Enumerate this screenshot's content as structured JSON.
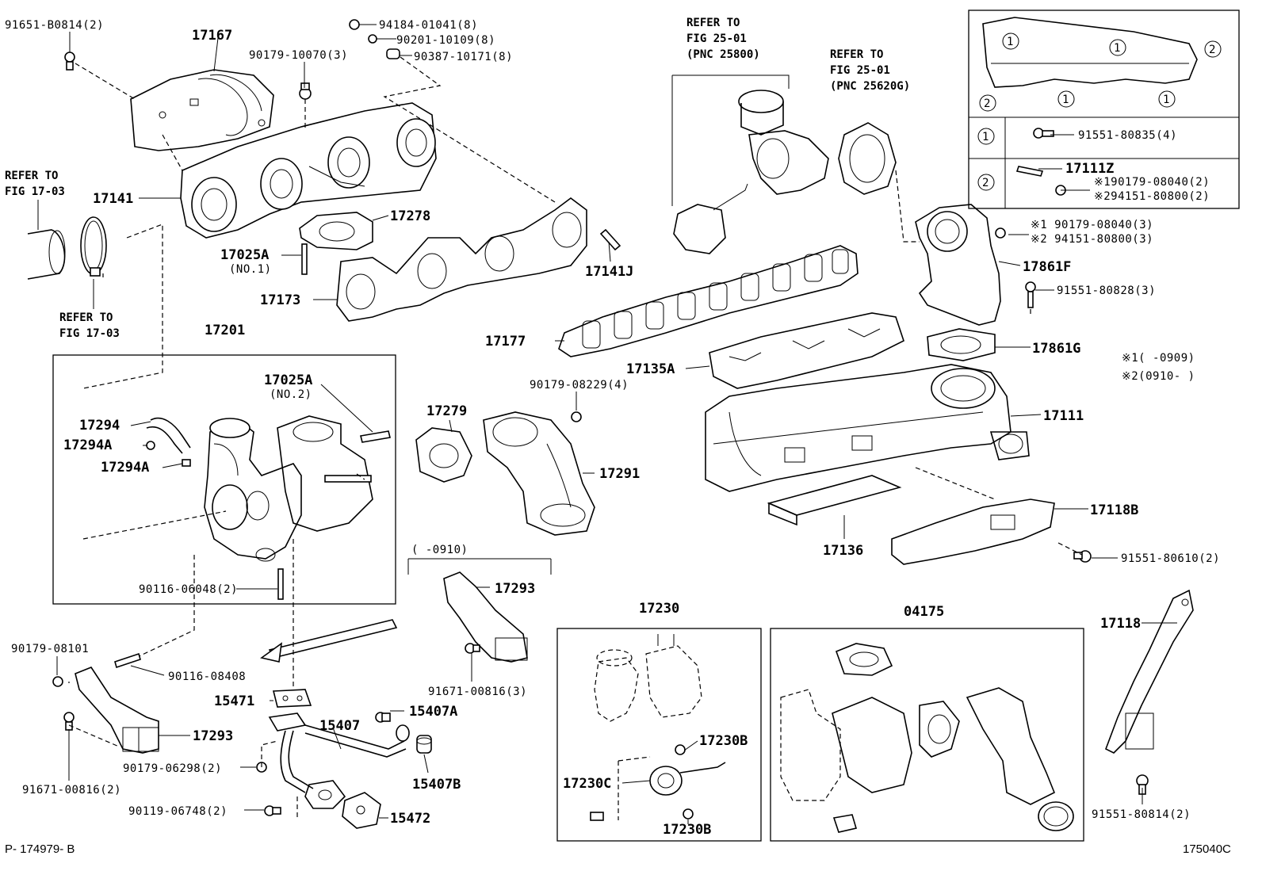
{
  "labels": {
    "p91651_b0814": "91651-B0814(2)",
    "p17167": "17167",
    "p90179_10070": "90179-10070(3)",
    "p94184": "94184-01041(8)",
    "p90201": "90201-10109(8)",
    "p90387": "90387-10171(8)",
    "p17141": "17141",
    "p17278": "17278",
    "p17025A_1": "17025A",
    "no1": "(NO.1)",
    "p17173": "17173",
    "p17141J": "17141J",
    "p17201": "17201",
    "p17025A_2": "17025A",
    "no2": "(NO.2)",
    "p17294": "17294",
    "p17294A_1": "17294A",
    "p17294A_2": "17294A",
    "p90116_06048": "90116-06048(2)",
    "p17279": "17279",
    "p90179_08229": "90179-08229(4)",
    "p17291": "17291",
    "p17177": "17177",
    "p17135A": "17135A",
    "p17861F": "17861F",
    "p91551_80828": "91551-80828(3)",
    "p17861G": "17861G",
    "p17111": "17111",
    "p17118B": "17118B",
    "p17136": "17136",
    "p91551_80610": "91551-80610(2)",
    "note1_90179": "※1 90179-08040(3)",
    "note2_94151": "※2 94151-80800(3)",
    "legend1": "※1(    -0909)",
    "legend2": "※2(0910-    )",
    "range_0910": "(    -0910)",
    "p17293_a": "17293",
    "p91671_00816_3": "91671-00816(3)",
    "p90179_08101": "90179-08101",
    "p90116_08408": "90116-08408",
    "p15471": "15471",
    "p15407A": "15407A",
    "p15407": "15407",
    "p17293_b": "17293",
    "p90179_06298": "90179-06298(2)",
    "p91671_00816_2": "91671-00816(2)",
    "p15407B": "15407B",
    "p90119_06748": "90119-06748(2)",
    "p15472": "15472",
    "p17230": "17230",
    "p17230B_1": "17230B",
    "p17230C": "17230C",
    "p17230B_2": "17230B",
    "p04175": "04175",
    "p17118": "17118",
    "p91551_80814": "91551-80814(2)",
    "inset_c1": "1",
    "inset_c2": "2",
    "inset_p91551_80835": "91551-80835(4)",
    "inset_p17111Z": "17111Z",
    "inset_n1": "※190179-08040(2)",
    "inset_n2": "※294151-80800(2)"
  },
  "refs": {
    "ref_17_03_a_line1": "REFER TO",
    "ref_17_03_a_line2": "FIG 17-03",
    "ref_17_03_b_line1": "REFER TO",
    "ref_17_03_b_line2": "FIG 17-03",
    "ref_25_01_a_line1": "REFER TO",
    "ref_25_01_a_line2": "FIG 25-01",
    "ref_25_01_a_line3": "(PNC 25800)",
    "ref_25_01_b_line1": "REFER TO",
    "ref_25_01_b_line2": "FIG 25-01",
    "ref_25_01_b_line3": "(PNC 25620G)"
  },
  "footer": {
    "left_code": "P- 174979- B",
    "right_code": "175040C"
  }
}
